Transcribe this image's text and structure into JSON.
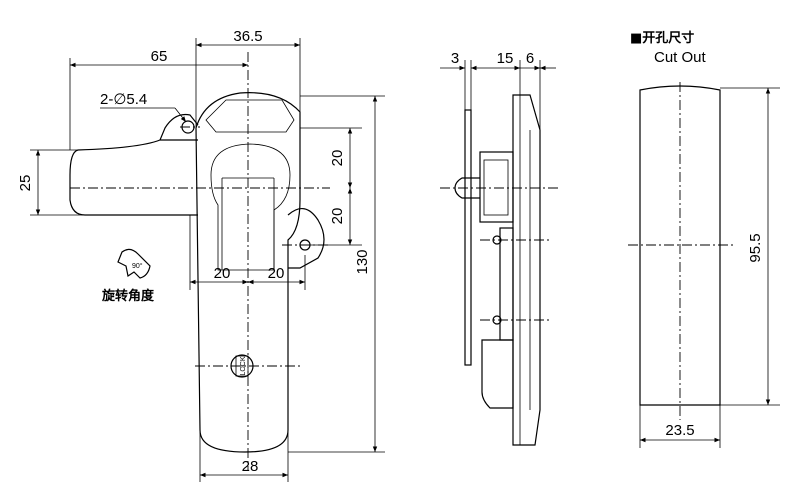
{
  "dimensions": {
    "d65": "65",
    "d36_5": "36.5",
    "hole": "2-∅5.4",
    "d25": "25",
    "d20_top": "20",
    "d20_mid": "20",
    "d20_left": "20",
    "d20_right": "20",
    "d130": "130",
    "d28": "28",
    "d3": "3",
    "d15": "15",
    "d6": "6",
    "d95_5": "95.5",
    "d23_5": "23.5"
  },
  "labels": {
    "rotation_angle": "旋转角度",
    "rotation_deg": "90°",
    "cutout_cn": "■开孔尺寸",
    "cutout_en": "Cut Out",
    "lock_mark": "LOCK"
  }
}
